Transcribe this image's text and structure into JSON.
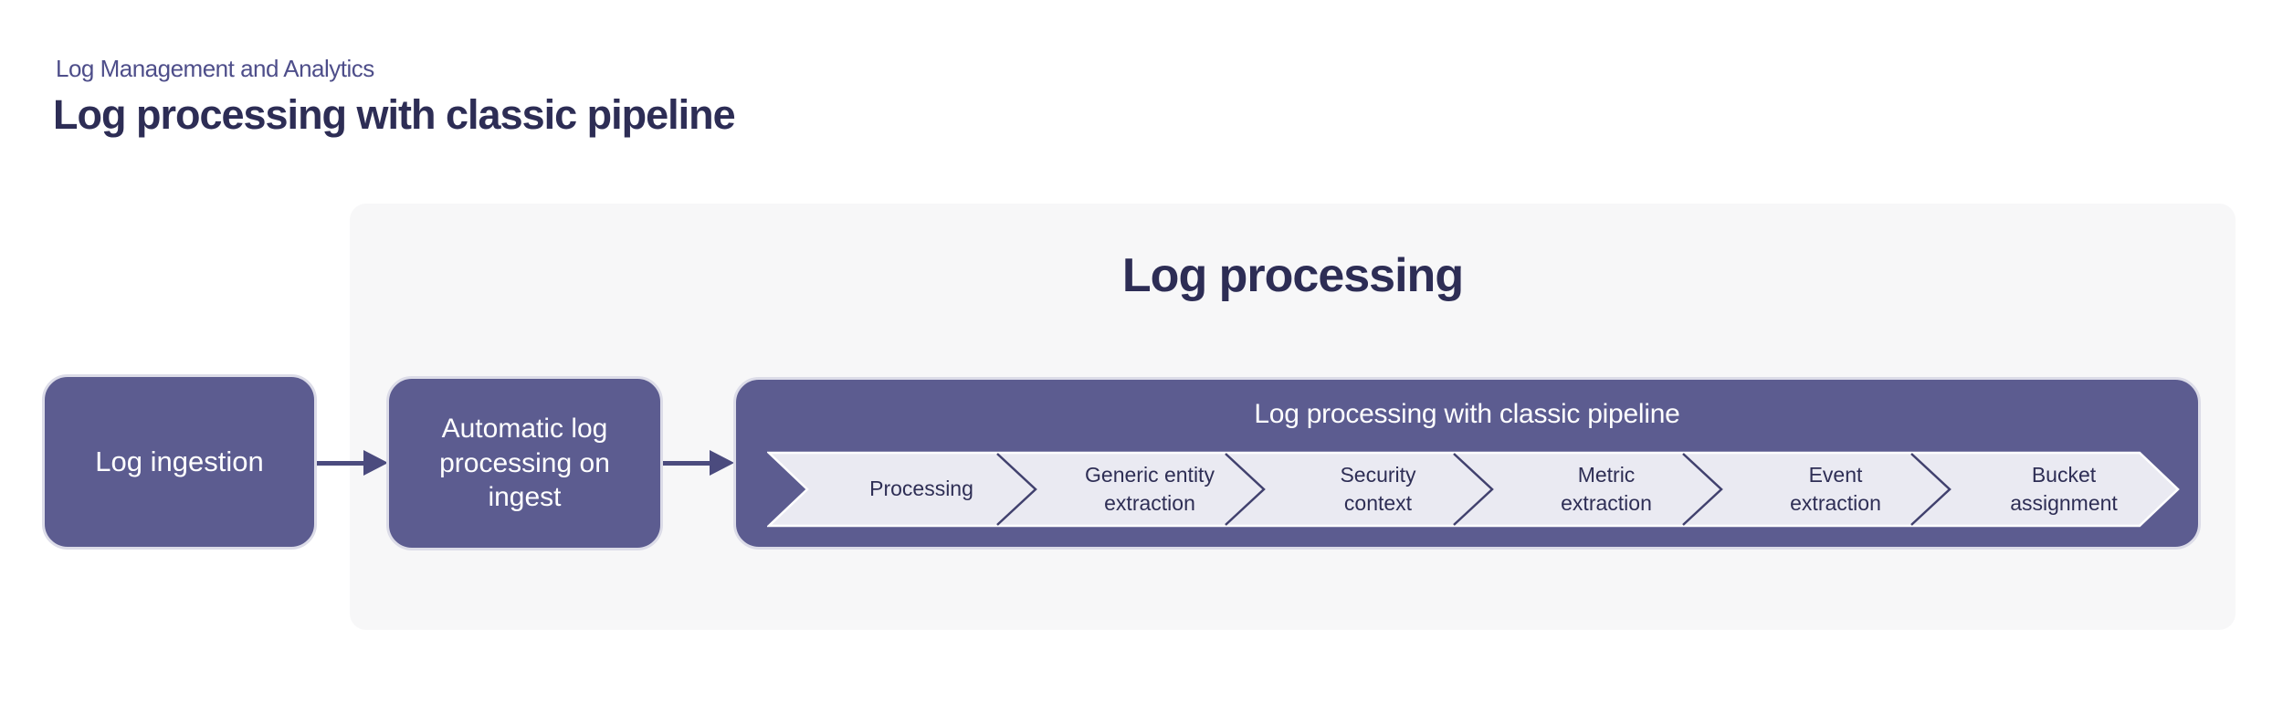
{
  "header": {
    "eyebrow": "Log Management and Analytics",
    "title": "Log processing with classic pipeline"
  },
  "flow": {
    "ingestion_label": "Log ingestion",
    "auto_processing_label": "Automatic log\nprocessing on\ningest"
  },
  "panel": {
    "title": "Log processing",
    "pipeline": {
      "title": "Log processing with classic pipeline",
      "stages": [
        "Processing",
        "Generic entity\nextraction",
        "Security\ncontext",
        "Metric\nextraction",
        "Event\nextraction",
        "Bucket\nassignment"
      ]
    }
  },
  "colors": {
    "background": "#ffffff",
    "panel_background": "#f7f7f8",
    "node_purple": "#5c5c90",
    "node_border": "#dcdce8",
    "heading_navy": "#2d2d55",
    "eyebrow_purple": "#4e4e8a",
    "arrow": "#4b4b7e",
    "stage_fill": "#eaeaf2",
    "stage_separator": "#41416e",
    "stage_text": "#2e2e55",
    "node_text": "#ffffff"
  }
}
